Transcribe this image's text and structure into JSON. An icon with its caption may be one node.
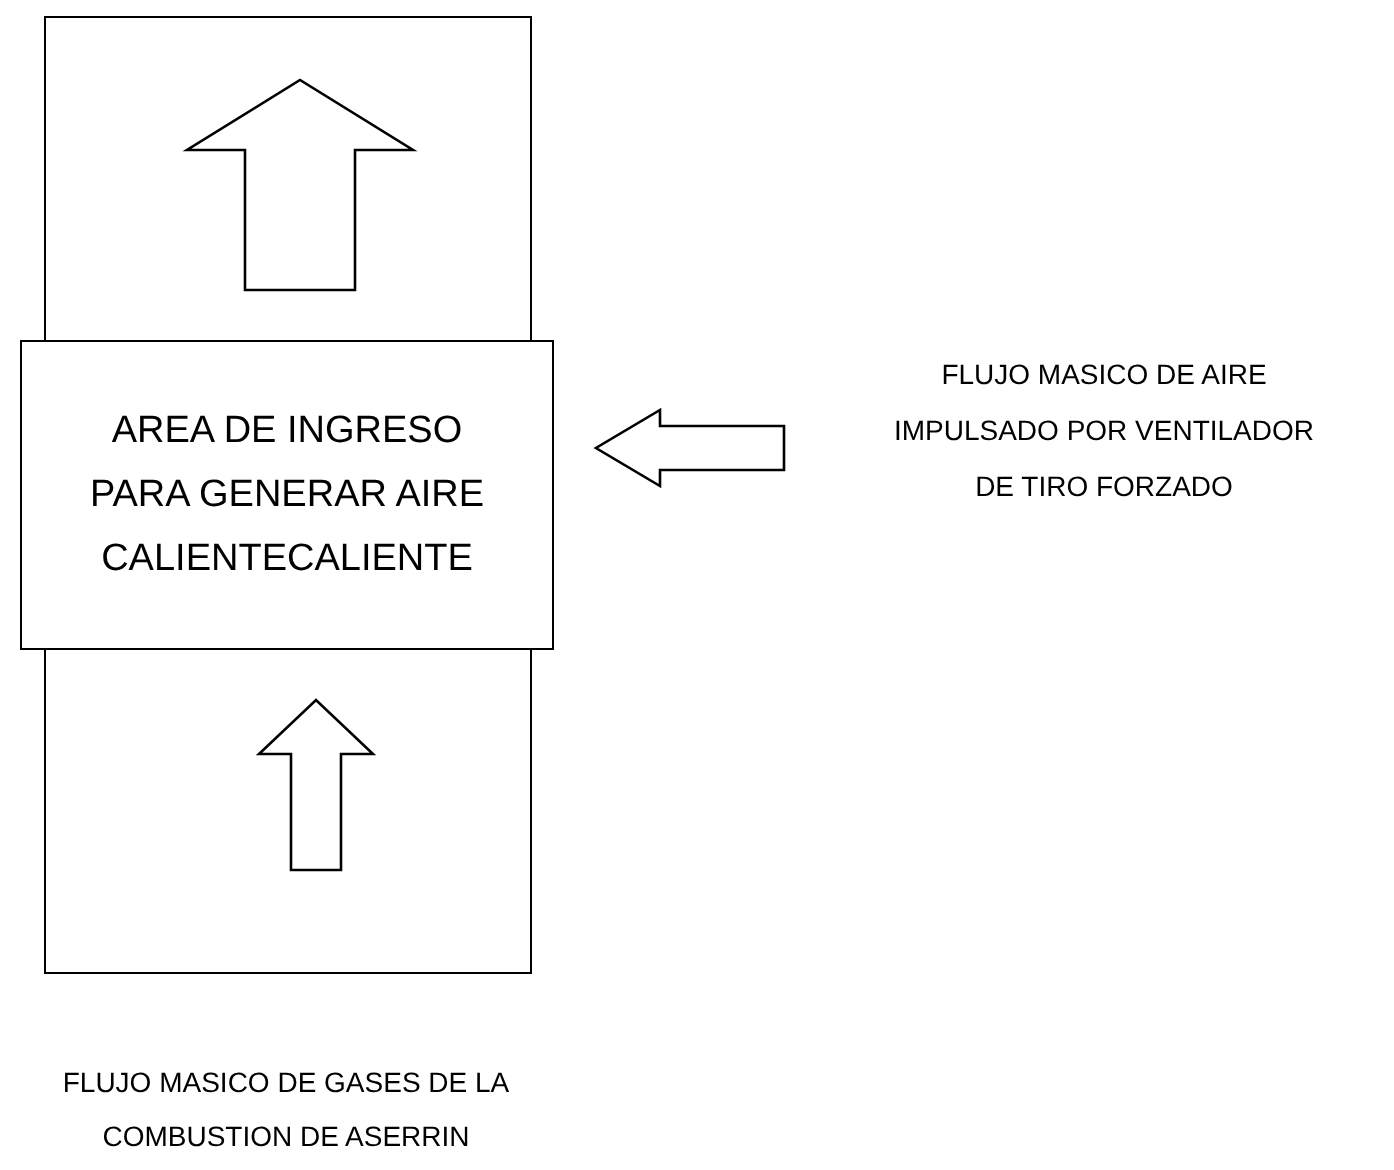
{
  "diagram": {
    "nodes": [
      {
        "text": [],
        "shape": "box"
      },
      {
        "text": [
          "AREA DE INGRESO PARA GENERAR AIRE CALIENTECALIENTE"
        ]
      },
      {
        "text": [
          "FLUJO MASICO DE AIRE IMPULSADO POR VENTILADOR DE TIRO FORZADO"
        ]
      },
      {
        "text": [
          "FLUJO MASICO DE GASES DE LA COMBUSTION DE ASERRIN"
        ]
      }
    ],
    "edges": [
      {
        "from": 2,
        "to": 1,
        "arrow": "to",
        "style": "thick"
      },
      {
        "from": null,
        "to": 1,
        "arrow": "to",
        "style": "thick"
      },
      {
        "from": 1,
        "to": null,
        "arrow": "to",
        "style": "thick"
      }
    ]
  }
}
